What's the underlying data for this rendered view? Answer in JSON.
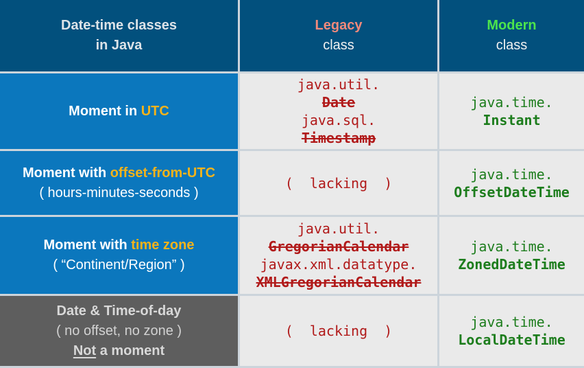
{
  "header": {
    "title_line1": "Date-time classes",
    "title_line2": "in Java",
    "legacy_label": "Legacy",
    "legacy_sub": "class",
    "modern_label": "Modern",
    "modern_sub": "class"
  },
  "rows": [
    {
      "label": {
        "pre": "Moment in ",
        "hl": "UTC"
      },
      "legacy": [
        {
          "pkg": "java.util.",
          "cls": "Date"
        },
        {
          "pkg": "java.sql.",
          "cls": "Timestamp"
        }
      ],
      "modern": {
        "pkg": "java.time.",
        "cls": "Instant"
      }
    },
    {
      "label": {
        "pre": "Moment with ",
        "hl": "offset-from-UTC",
        "sub": "( hours-minutes-seconds )"
      },
      "legacy_lacking": "(  lacking  )",
      "modern": {
        "pkg": "java.time.",
        "cls": "OffsetDateTime"
      }
    },
    {
      "label": {
        "pre": "Moment with ",
        "hl": "time zone",
        "sub": "( “Continent/Region” )"
      },
      "legacy": [
        {
          "pkg": "java.util.",
          "cls": "GregorianCalendar"
        },
        {
          "pkg": "javax.xml.datatype.",
          "cls": "XMLGregorianCalendar"
        }
      ],
      "modern": {
        "pkg": "java.time.",
        "cls": "ZonedDateTime"
      }
    },
    {
      "label": {
        "line1": "Date & Time-of-day",
        "line2": "( no offset, no zone )",
        "line3_underline": "Not",
        "line3_rest": " a moment"
      },
      "legacy_lacking": "(  lacking  )",
      "modern": {
        "pkg": "java.time.",
        "cls": "LocalDateTime"
      }
    }
  ],
  "colors": {
    "header_bg": "#02507d",
    "row_blue": "#0b77bd",
    "row_gray": "#5e5e5e",
    "cell_bg": "#eaeaea",
    "grid_line": "#ccd4db",
    "highlight_yellow": "#f3b31b",
    "legacy_accent": "#f2897b",
    "modern_accent": "#4ce44c",
    "legacy_code": "#b11a1a",
    "modern_code": "#1d7d1d"
  }
}
